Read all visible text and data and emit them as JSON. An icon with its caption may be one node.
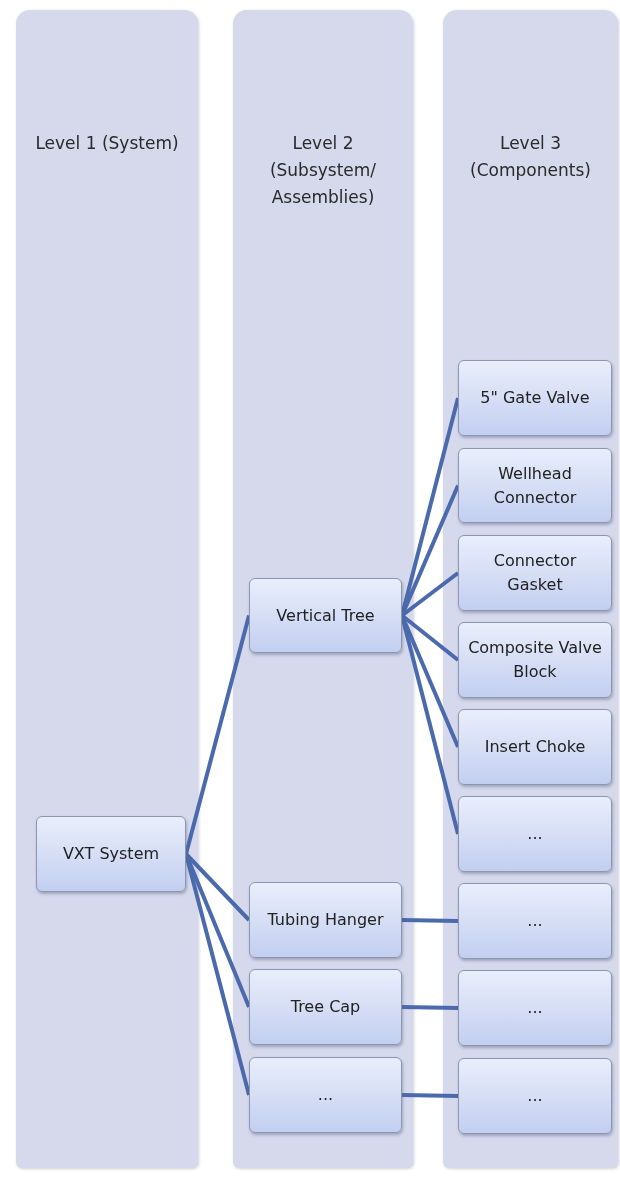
{
  "diagram": {
    "nodes": [
      {
        "text": [
          "Level 1 (System)"
        ]
      },
      {
        "text": [
          "VXT System"
        ],
        "in": 0
      },
      {
        "text": [
          "Level 2 (Subsystem/ Assemblies)"
        ]
      },
      {
        "text": [
          "Vertical Tree"
        ],
        "in": 2
      },
      {
        "text": [
          "Tubing Hanger"
        ],
        "in": 2
      },
      {
        "text": [
          "Tree Cap"
        ],
        "in": 2
      },
      {
        "text": [
          "..."
        ],
        "in": 2
      },
      {
        "text": [
          "Level 3 (Components)"
        ]
      },
      {
        "text": [
          "5\" Gate Valve"
        ],
        "in": 7
      },
      {
        "text": [
          "Wellhead Connector"
        ],
        "in": 7
      },
      {
        "text": [
          "Connector Gasket"
        ],
        "in": 7
      },
      {
        "text": [
          "Composite Valve Block"
        ],
        "in": 7
      },
      {
        "text": [
          "Insert Choke"
        ],
        "in": 7
      },
      {
        "text": [
          "..."
        ],
        "in": 7
      },
      {
        "text": [
          "..."
        ],
        "in": 7
      },
      {
        "text": [
          "..."
        ],
        "in": 7
      },
      {
        "text": [
          "..."
        ],
        "in": 7
      }
    ],
    "edges": [
      {
        "from": 1,
        "to": 3,
        "arrow": "none"
      },
      {
        "from": 1,
        "to": 4,
        "arrow": "none"
      },
      {
        "from": 1,
        "to": 5,
        "arrow": "none"
      },
      {
        "from": 1,
        "to": 6,
        "arrow": "none"
      },
      {
        "from": 3,
        "to": 8,
        "arrow": "none"
      },
      {
        "from": 3,
        "to": 9,
        "arrow": "none"
      },
      {
        "from": 3,
        "to": 10,
        "arrow": "none"
      },
      {
        "from": 3,
        "to": 11,
        "arrow": "none"
      },
      {
        "from": 3,
        "to": 12,
        "arrow": "none"
      },
      {
        "from": 3,
        "to": 13,
        "arrow": "none"
      },
      {
        "from": 4,
        "to": 14,
        "arrow": "none"
      },
      {
        "from": 5,
        "to": 15,
        "arrow": "none"
      },
      {
        "from": 6,
        "to": 16,
        "arrow": "none"
      }
    ]
  }
}
